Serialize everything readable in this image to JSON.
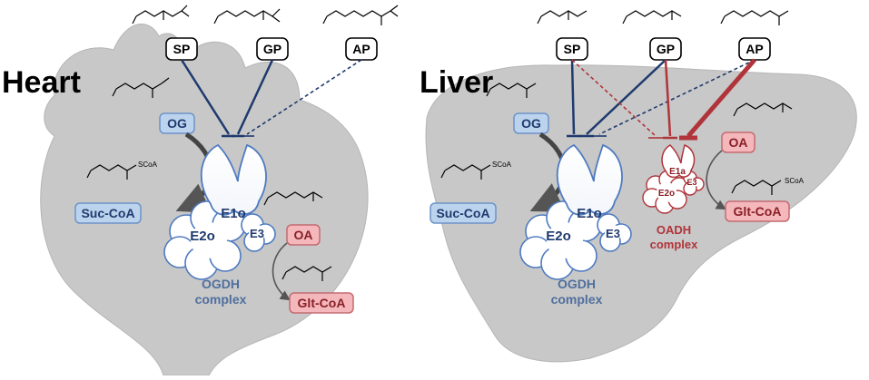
{
  "panels": {
    "heart": {
      "title": "Heart",
      "inhibitors": {
        "sp": "SP",
        "gp": "GP",
        "ap": "AP"
      },
      "substrates": {
        "og": "OG",
        "oa": "OA"
      },
      "products": {
        "suc_coa": "Suc-CoA",
        "glt_coa": "Glt-CoA"
      },
      "complex": {
        "e1": "E1o",
        "e2": "E2o",
        "e3": "E3",
        "name_line1": "OGDH",
        "name_line2": "complex"
      },
      "scoa": "SCoA"
    },
    "liver": {
      "title": "Liver",
      "inhibitors": {
        "sp": "SP",
        "gp": "GP",
        "ap": "AP"
      },
      "substrates": {
        "og": "OG",
        "oa": "OA"
      },
      "products": {
        "suc_coa": "Suc-CoA",
        "glt_coa": "Glt-CoA"
      },
      "ogdh_complex": {
        "e1": "E1o",
        "e2": "E2o",
        "e3": "E3",
        "name_line1": "OGDH",
        "name_line2": "complex"
      },
      "oadh_complex": {
        "e1": "E1a",
        "e2": "E2o",
        "e3": "E3",
        "name_line1": "OADH",
        "name_line2": "complex"
      },
      "scoa_left": "SCoA",
      "scoa_right": "SCoA"
    }
  },
  "colors": {
    "organ": "#c8c8c8",
    "ogdh_blue": "#1f3a6e",
    "oadh_red": "#b0343a",
    "og_box_fill": "#bcd3ee",
    "oa_box_fill": "#f4b8bc"
  }
}
